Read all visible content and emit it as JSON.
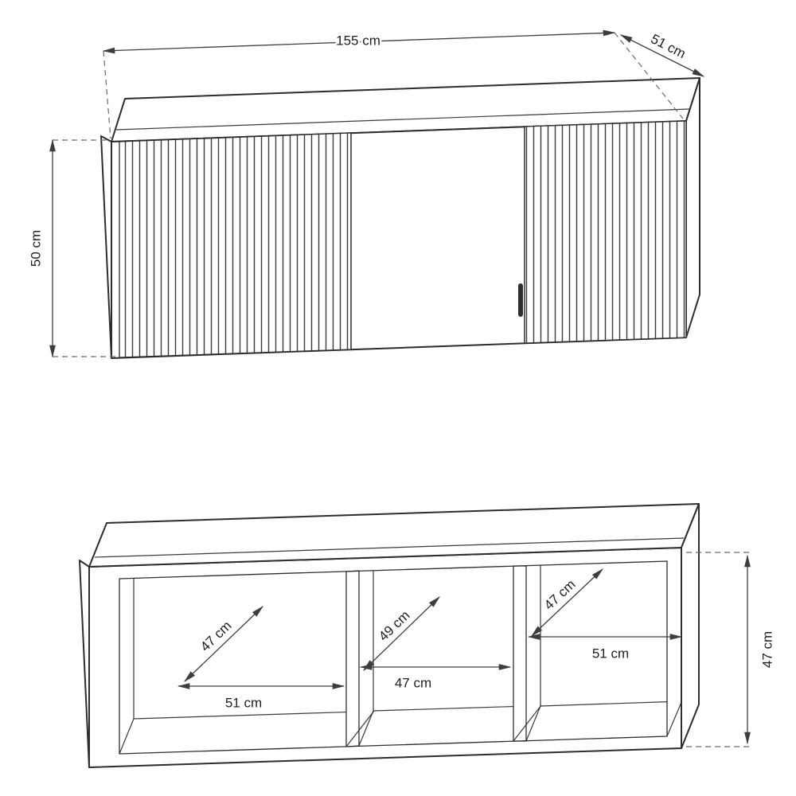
{
  "figure_top": {
    "width_label": "155 cm",
    "depth_label": "51 cm",
    "height_label": "50 cm"
  },
  "figure_bottom": {
    "compartments": [
      {
        "depth_label": "47 cm",
        "width_label": "51 cm"
      },
      {
        "depth_label": "49 cm",
        "width_label": "47 cm"
      },
      {
        "depth_label": "47 cm",
        "width_label": "51 cm"
      }
    ],
    "height_label": "47 cm"
  },
  "colors": {
    "outline": "#2d2d2d",
    "dimension_line": "#3d3d3d",
    "label_text": "#1f1f1f",
    "background": "#ffffff"
  }
}
